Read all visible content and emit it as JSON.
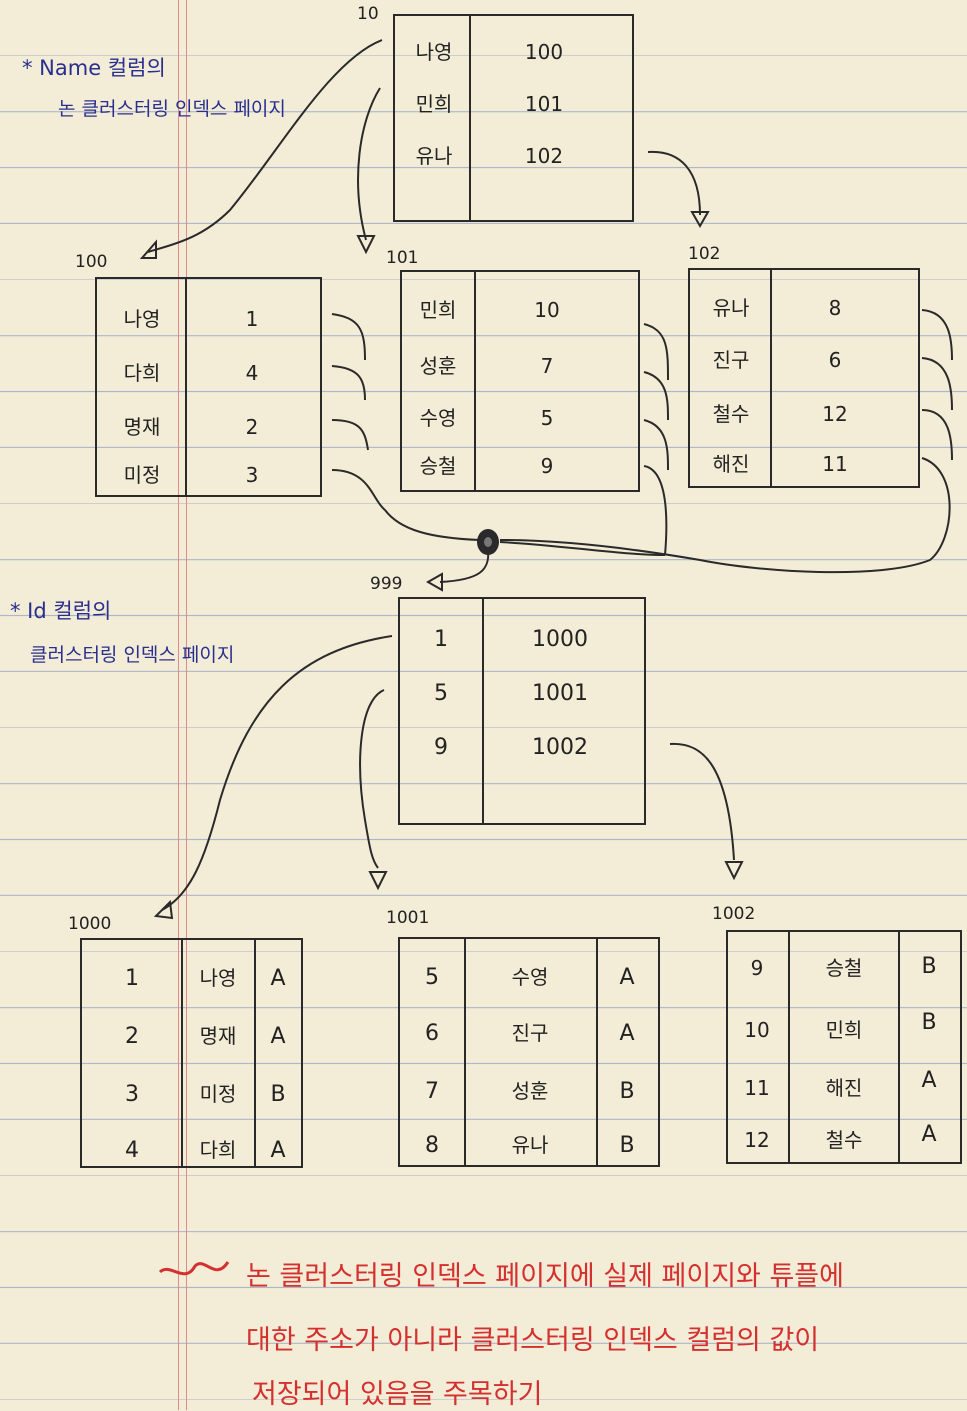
{
  "notes": {
    "name_title": "* Name 컬럼의",
    "name_subtitle": "논 클러스터링 인덱스 페이지",
    "id_title": "* Id 컬럼의",
    "id_subtitle": "클러스터링 인덱스 페이지"
  },
  "name_root": {
    "page_no": "10",
    "rows": [
      [
        "나영",
        "100"
      ],
      [
        "민희",
        "101"
      ],
      [
        "유나",
        "102"
      ]
    ]
  },
  "name_leaves": [
    {
      "page_no": "100",
      "rows": [
        [
          "나영",
          "1"
        ],
        [
          "다희",
          "4"
        ],
        [
          "명재",
          "2"
        ],
        [
          "미정",
          "3"
        ]
      ]
    },
    {
      "page_no": "101",
      "rows": [
        [
          "민희",
          "10"
        ],
        [
          "성훈",
          "7"
        ],
        [
          "수영",
          "5"
        ],
        [
          "승철",
          "9"
        ]
      ]
    },
    {
      "page_no": "102",
      "rows": [
        [
          "유나",
          "8"
        ],
        [
          "진구",
          "6"
        ],
        [
          "철수",
          "12"
        ],
        [
          "해진",
          "11"
        ]
      ]
    }
  ],
  "id_root": {
    "page_no": "999",
    "rows": [
      [
        "1",
        "1000"
      ],
      [
        "5",
        "1001"
      ],
      [
        "9",
        "1002"
      ]
    ]
  },
  "data_pages": [
    {
      "page_no": "1000",
      "rows": [
        [
          "1",
          "나영",
          "A"
        ],
        [
          "2",
          "명재",
          "A"
        ],
        [
          "3",
          "미정",
          "B"
        ],
        [
          "4",
          "다희",
          "A"
        ]
      ]
    },
    {
      "page_no": "1001",
      "rows": [
        [
          "5",
          "수영",
          "A"
        ],
        [
          "6",
          "진구",
          "A"
        ],
        [
          "7",
          "성훈",
          "B"
        ],
        [
          "8",
          "유나",
          "B"
        ]
      ]
    },
    {
      "page_no": "1002",
      "rows": [
        [
          "9",
          "승철",
          "B"
        ],
        [
          "10",
          "민희",
          "B"
        ],
        [
          "11",
          "해진",
          "A"
        ],
        [
          "12",
          "철수",
          "A"
        ]
      ]
    }
  ],
  "footnote": {
    "line1": "논 클러스터링 인덱스 페이지에 실제 페이지와 튜플에",
    "line2": "대한 주소가 아니라 클러스터링 인덱스 컬럼의 값이",
    "line3": "저장되어 있음을 주목하기"
  }
}
